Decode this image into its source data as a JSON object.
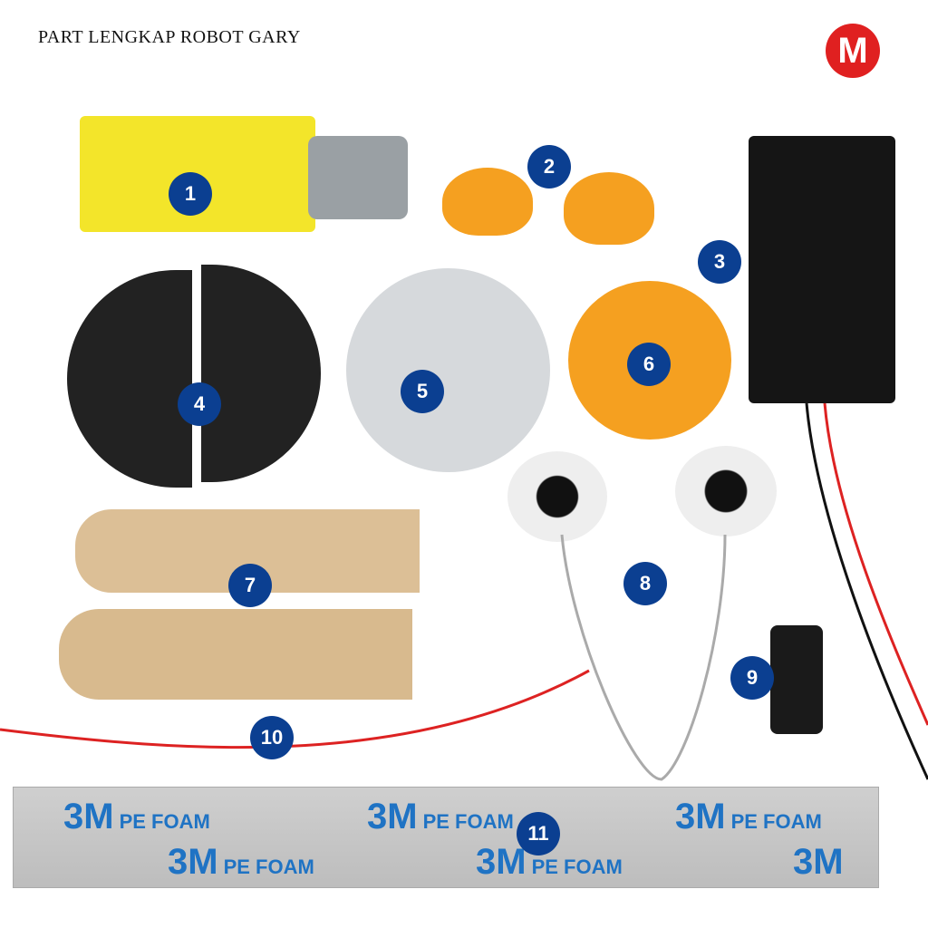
{
  "header": {
    "title": "PART LENGKAP ROBOT GARY",
    "logo_letter": "M"
  },
  "labels": [
    "1",
    "2",
    "3",
    "4",
    "5",
    "6",
    "7",
    "8",
    "9",
    "10",
    "11"
  ],
  "tape": {
    "brand": "3M",
    "product": "PE FOAM"
  },
  "colors": {
    "badge": "#0b3f91",
    "logo": "#e02020"
  }
}
